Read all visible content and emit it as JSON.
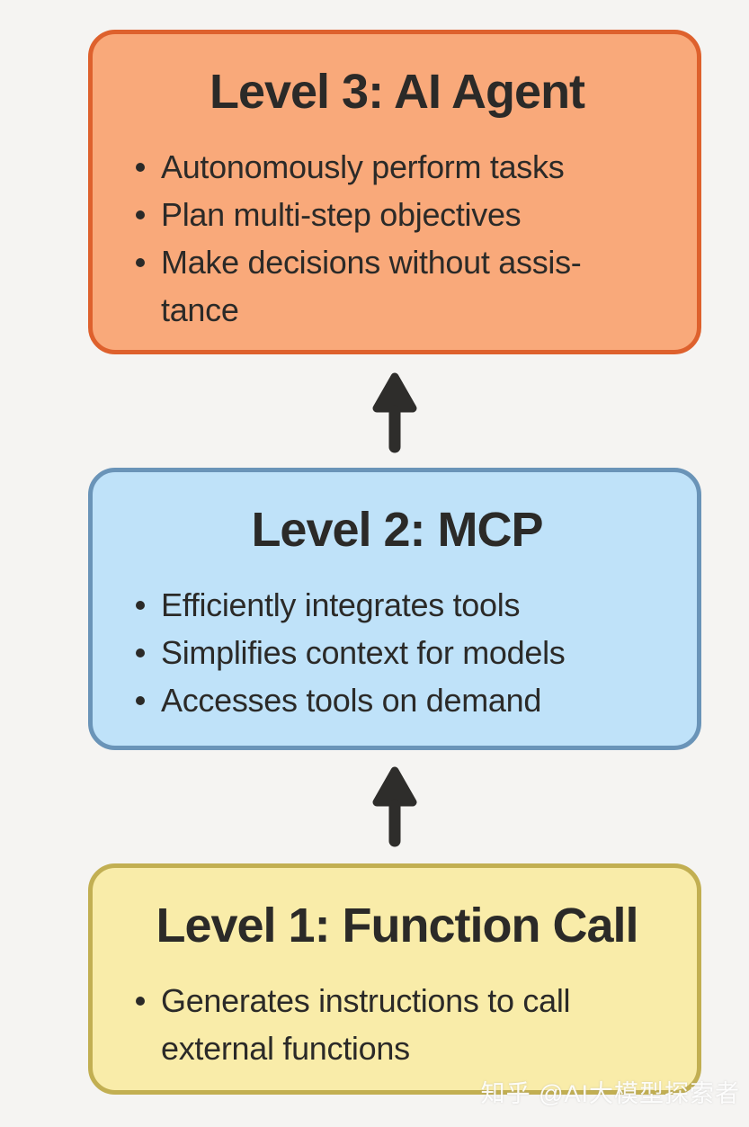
{
  "page": {
    "background": "#f5f4f2",
    "text_color": "#2b2a28"
  },
  "diagram": {
    "arrow_color": "#2e2d2b",
    "levels": [
      {
        "id": "level-3",
        "title": "Level 3: AI Agent",
        "bullets": [
          "Autonomously perform tasks",
          "Plan multi-step objectives",
          "Make decisions without assis-\ntance"
        ],
        "fill": "#f9a97a",
        "border": "#de612d"
      },
      {
        "id": "level-2",
        "title": "Level 2: MCP",
        "bullets": [
          "Efficiently integrates tools",
          "Simplifies context for models",
          "Accesses tools on demand"
        ],
        "fill": "#bfe2f9",
        "border": "#6a94b8"
      },
      {
        "id": "level-1",
        "title": "Level 1: Function Call",
        "bullets": [
          "Generates instructions to call\nexternal functions"
        ],
        "fill": "#f9eca9",
        "border": "#c2af52"
      }
    ]
  },
  "watermark": {
    "text": "知乎 @AI大模型探索者"
  }
}
